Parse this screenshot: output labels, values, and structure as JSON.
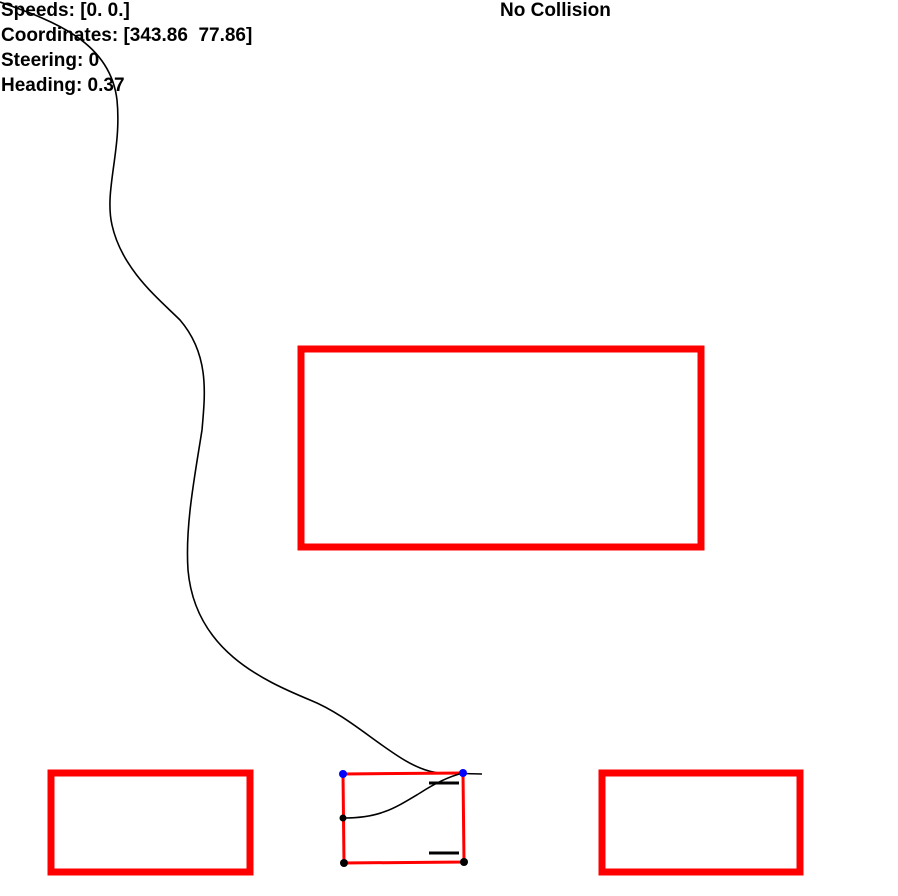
{
  "hud": {
    "speeds": "Speeds: [0. 0.]",
    "coordinates": "Coordinates: [343.86  77.86]",
    "steering": "Steering: 0",
    "heading": "Heading: 0.37"
  },
  "status": {
    "collision": "No Collision"
  },
  "colors": {
    "background": "#ffffff",
    "obstacle": "#ff0000",
    "path": "#000000",
    "vehicle_outline": "#ff0000",
    "front_markers": "#0000ff",
    "rear_markers": "#000000"
  }
}
